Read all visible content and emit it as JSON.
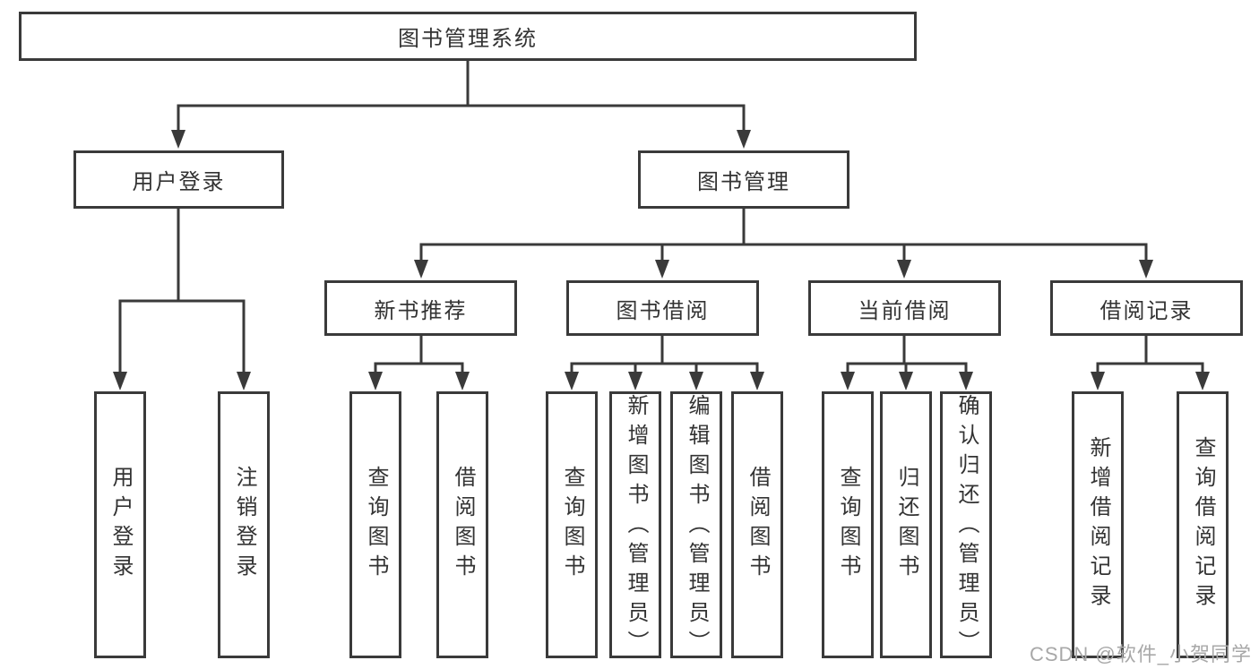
{
  "colors": {
    "line": "#3a3a3a",
    "text": "#333333",
    "watermark": "#a8a8a8",
    "bg": "#ffffff"
  },
  "watermark": "CSDN @软件_小贺同学",
  "tree": {
    "root": {
      "label": "图书管理系统"
    },
    "level2": [
      {
        "label": "用户登录"
      },
      {
        "label": "图书管理"
      }
    ],
    "level3": [
      {
        "label": "新书推荐"
      },
      {
        "label": "图书借阅"
      },
      {
        "label": "当前借阅"
      },
      {
        "label": "借阅记录"
      }
    ],
    "leaves": {
      "user_login": [
        "用户登录",
        "注销登录"
      ],
      "new_book_rec": [
        "查询图书",
        "借阅图书"
      ],
      "book_borrow": [
        "查询图书",
        "新增图书（管理员）",
        "编辑图书（管理员）",
        "借阅图书"
      ],
      "current_borrow": [
        "查询图书",
        "归还图书",
        "确认归还（管理员）"
      ],
      "borrow_records": [
        "新增借阅记录",
        "查询借阅记录"
      ]
    }
  }
}
